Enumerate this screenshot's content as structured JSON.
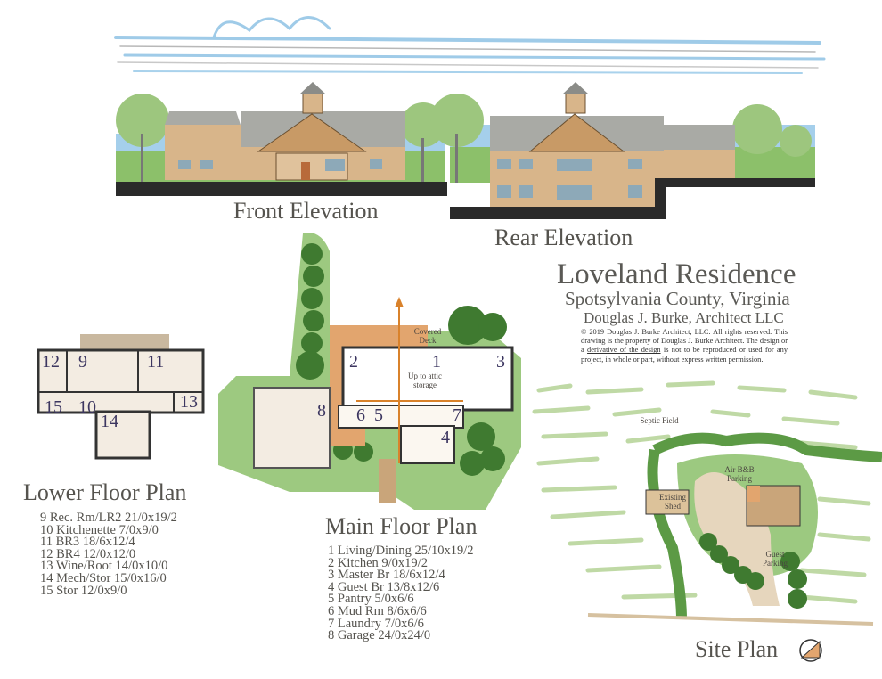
{
  "title": {
    "project": "Loveland Residence",
    "location": "Spotsylvania County, Virginia",
    "architect": "Douglas J. Burke, Architect LLC",
    "copyright_pre": "© 2019 Douglas J. Burke Architect, LLC. All rights reserved. This drawing is the property of Douglas J. Burke Architect. The design or a ",
    "copyright_underlined_1": "derivative of the design",
    "copyright_post": " is not to be reproduced or used for any project, in whole or part, without express written permission."
  },
  "elevations": {
    "front_label": "Front Elevation",
    "rear_label": "Rear Elevation"
  },
  "lower_floor": {
    "heading": "Lower Floor Plan",
    "room_numbers": [
      "12",
      "9",
      "11",
      "15",
      "10",
      "14",
      "13"
    ],
    "rooms": [
      "9 Rec. Rm/LR2 21/0x19/2",
      "10 Kitchenette 7/0x9/0",
      "11 BR3 18/6x12/4",
      "12 BR4 12/0x12/0",
      "13 Wine/Root 14/0x10/0",
      "14 Mech/Stor 15/0x16/0",
      "15 Stor 12/0x9/0"
    ]
  },
  "main_floor": {
    "heading": "Main Floor Plan",
    "covered_deck": "Covered Deck",
    "attic_note": "Up to attic storage",
    "room_numbers": [
      "2",
      "1",
      "3",
      "8",
      "6",
      "5",
      "7",
      "4"
    ],
    "rooms": [
      "1 Living/Dining 25/10x19/2",
      "2 Kitchen 9/0x19/2",
      "3 Master Br 18/6x12/4",
      "4 Guest Br 13/8x12/6",
      "5 Pantry 5/0x6/6",
      "6 Mud Rm 8/6x6/6",
      "7 Laundry 7/0x6/6",
      "8 Garage 24/0x24/0"
    ]
  },
  "site_plan": {
    "heading": "Site Plan",
    "septic": "Septic Field",
    "airbnb": "Air B&B Parking",
    "shed": "Existing Shed",
    "guest": "Guest Parking",
    "north_icon": "north-arrow-icon"
  },
  "colors": {
    "sky_blue": "#8fc3e6",
    "grass_green": "#8cc06a",
    "tree_green": "#4f8a3a",
    "roof_grey": "#a9aaa5",
    "wood_tan": "#d8b58a",
    "deck_orange": "#e2a56e",
    "ground_black": "#2a2a2a"
  }
}
